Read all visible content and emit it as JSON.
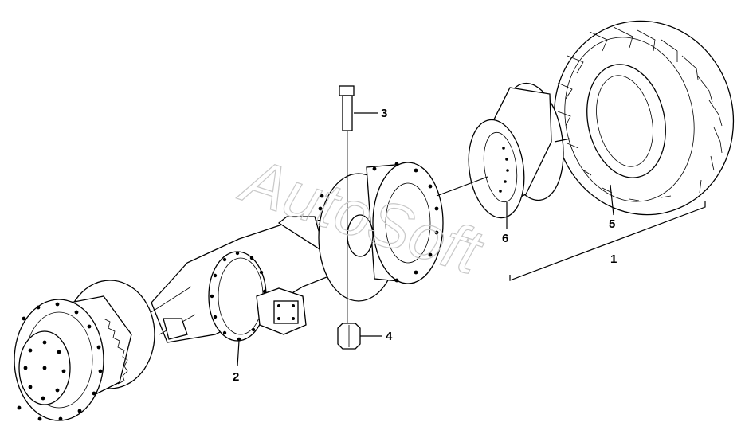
{
  "watermark": "AutoSoft",
  "callouts": [
    "1",
    "2",
    "3",
    "4",
    "5",
    "6"
  ]
}
